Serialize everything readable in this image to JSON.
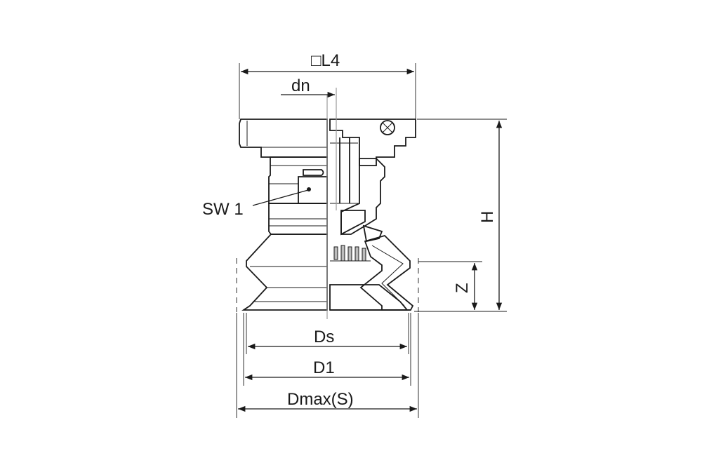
{
  "labels": {
    "l4": "□L4",
    "dn": "dn",
    "sw1": "SW 1",
    "h": "H",
    "z": "Z",
    "ds": "Ds",
    "d1": "D1",
    "dmax": "Dmax(S)"
  },
  "colors": {
    "line": "#1a1a1a",
    "body_fill": "#e3e3e3",
    "body_shade": "#c4c4c4",
    "centerline": "#9a9a9a"
  }
}
